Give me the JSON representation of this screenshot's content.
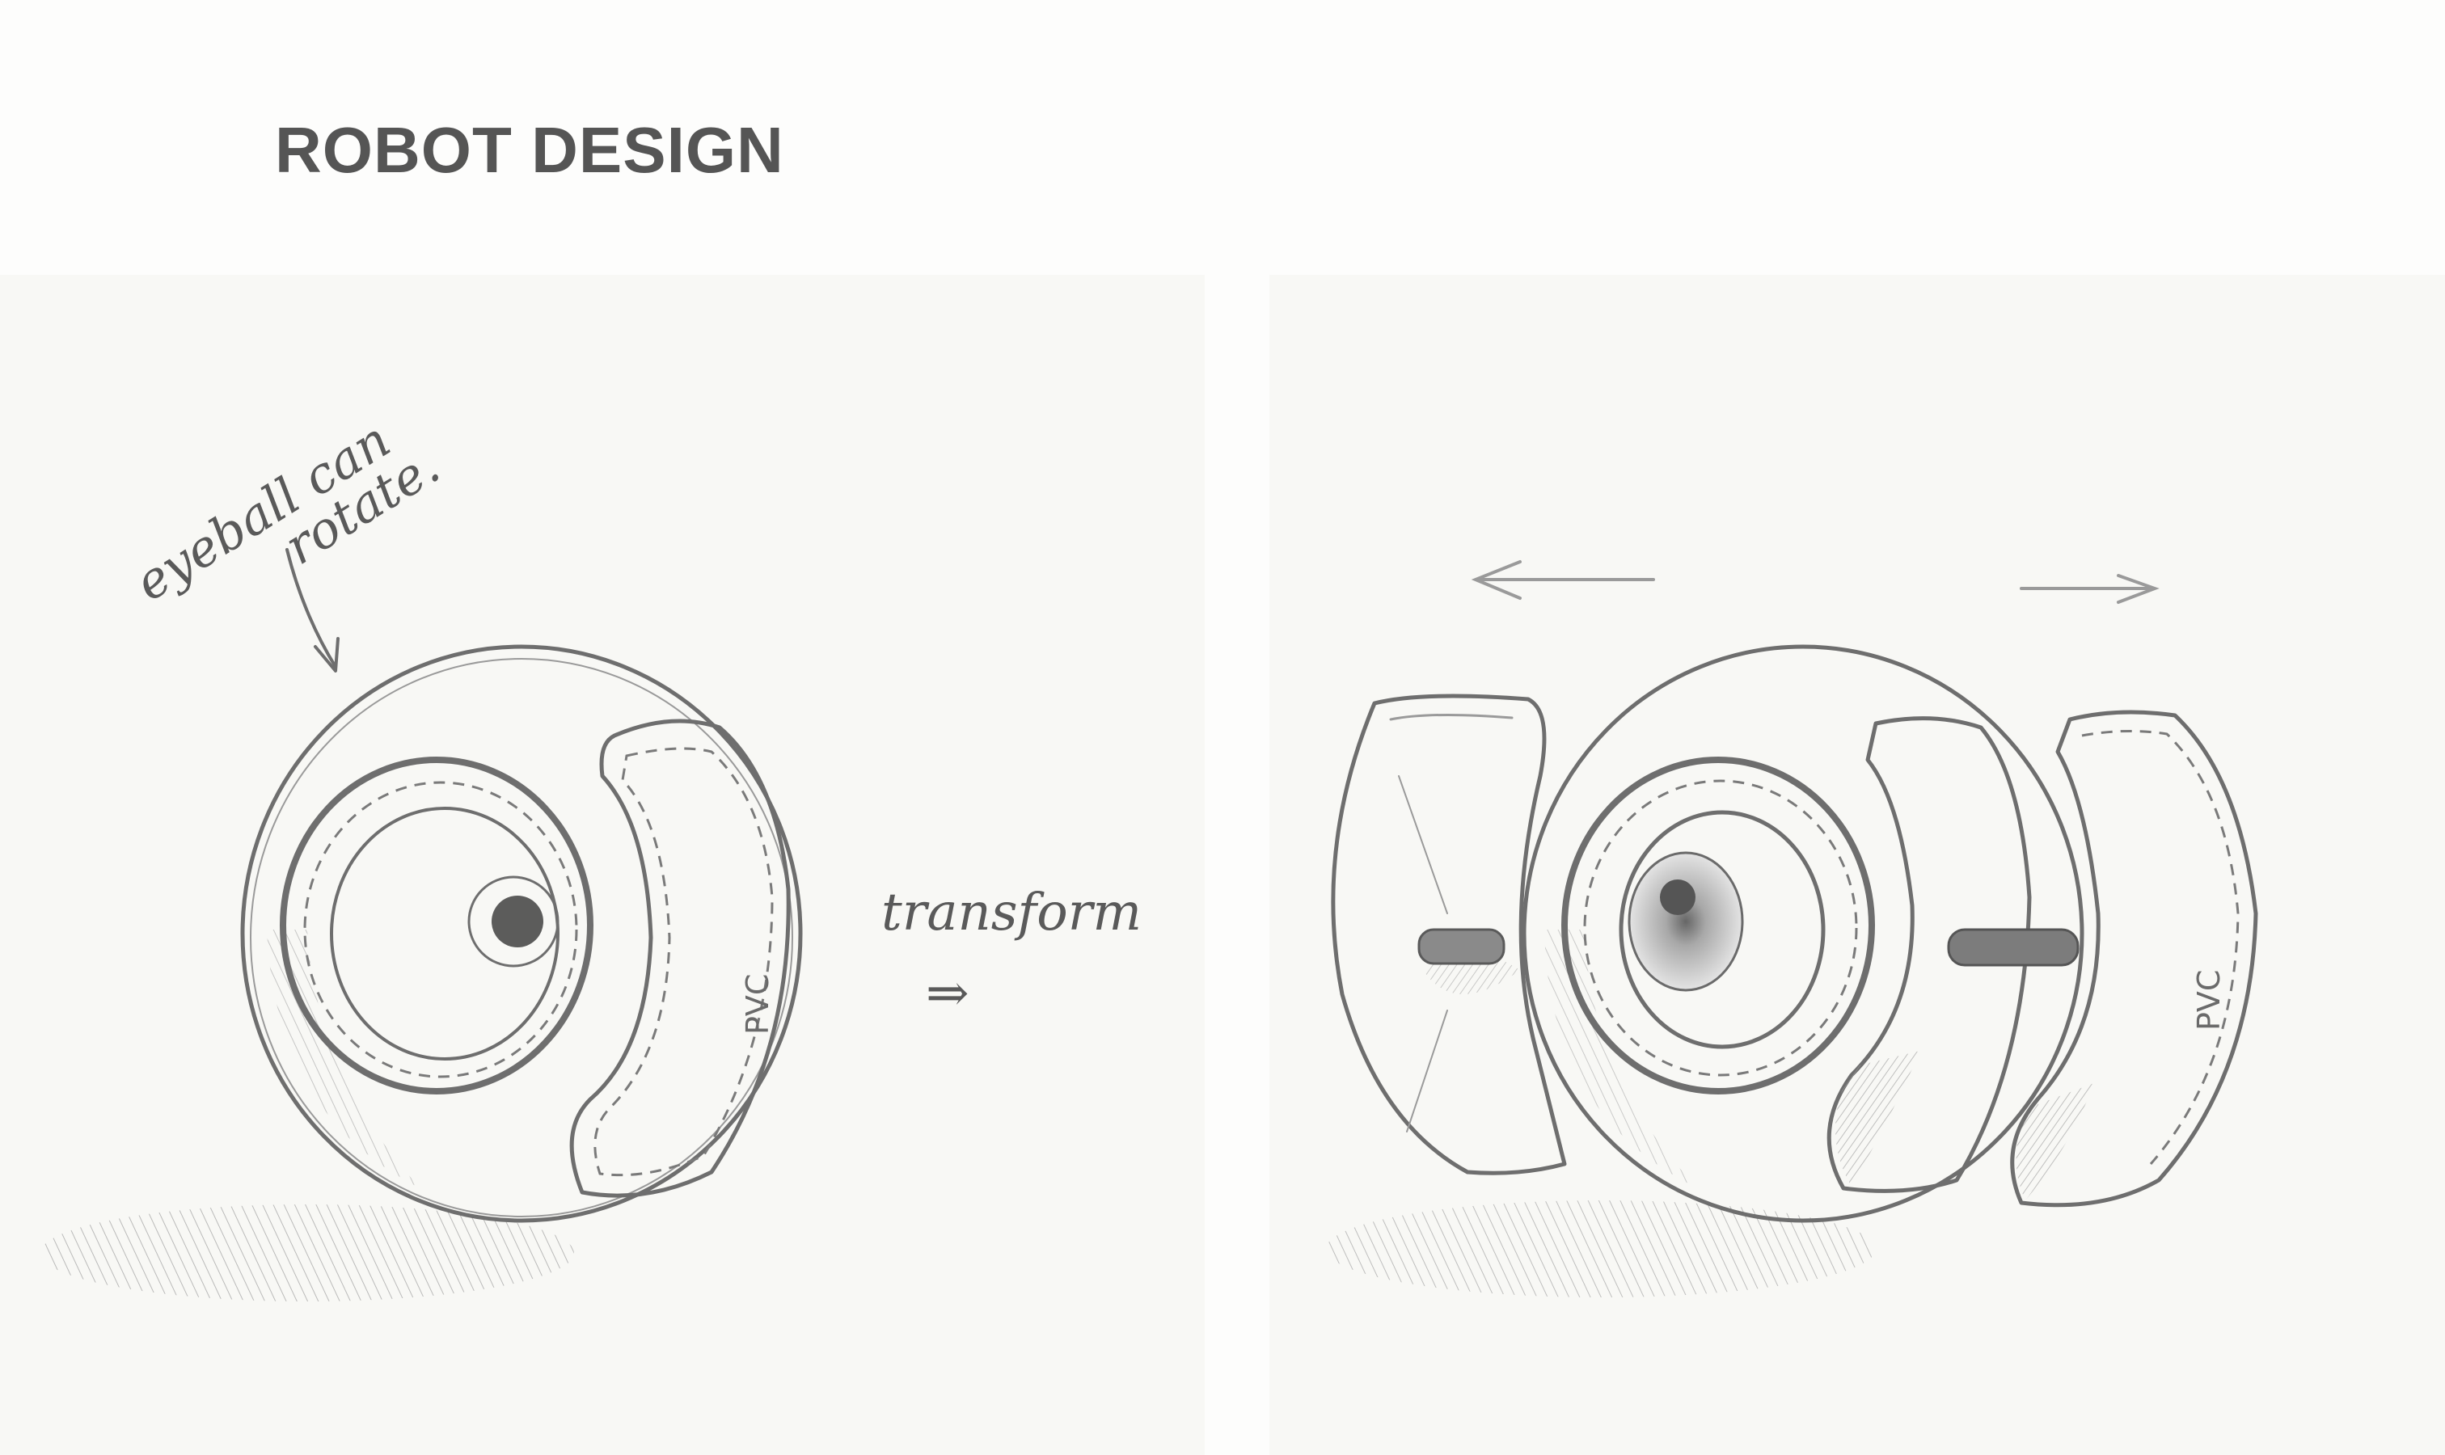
{
  "title": "ROBOT DESIGN",
  "left_sketch": {
    "annotation_line1": "eyeball can",
    "annotation_line2": "rotate.",
    "material_label": "PVC",
    "transform_label": "transform",
    "transform_arrow": "⇒"
  },
  "right_sketch": {
    "material_label": "PVC"
  },
  "colors": {
    "title": "#555555",
    "pencil": "#6e6e6e",
    "paper": "#f8f8f5"
  }
}
